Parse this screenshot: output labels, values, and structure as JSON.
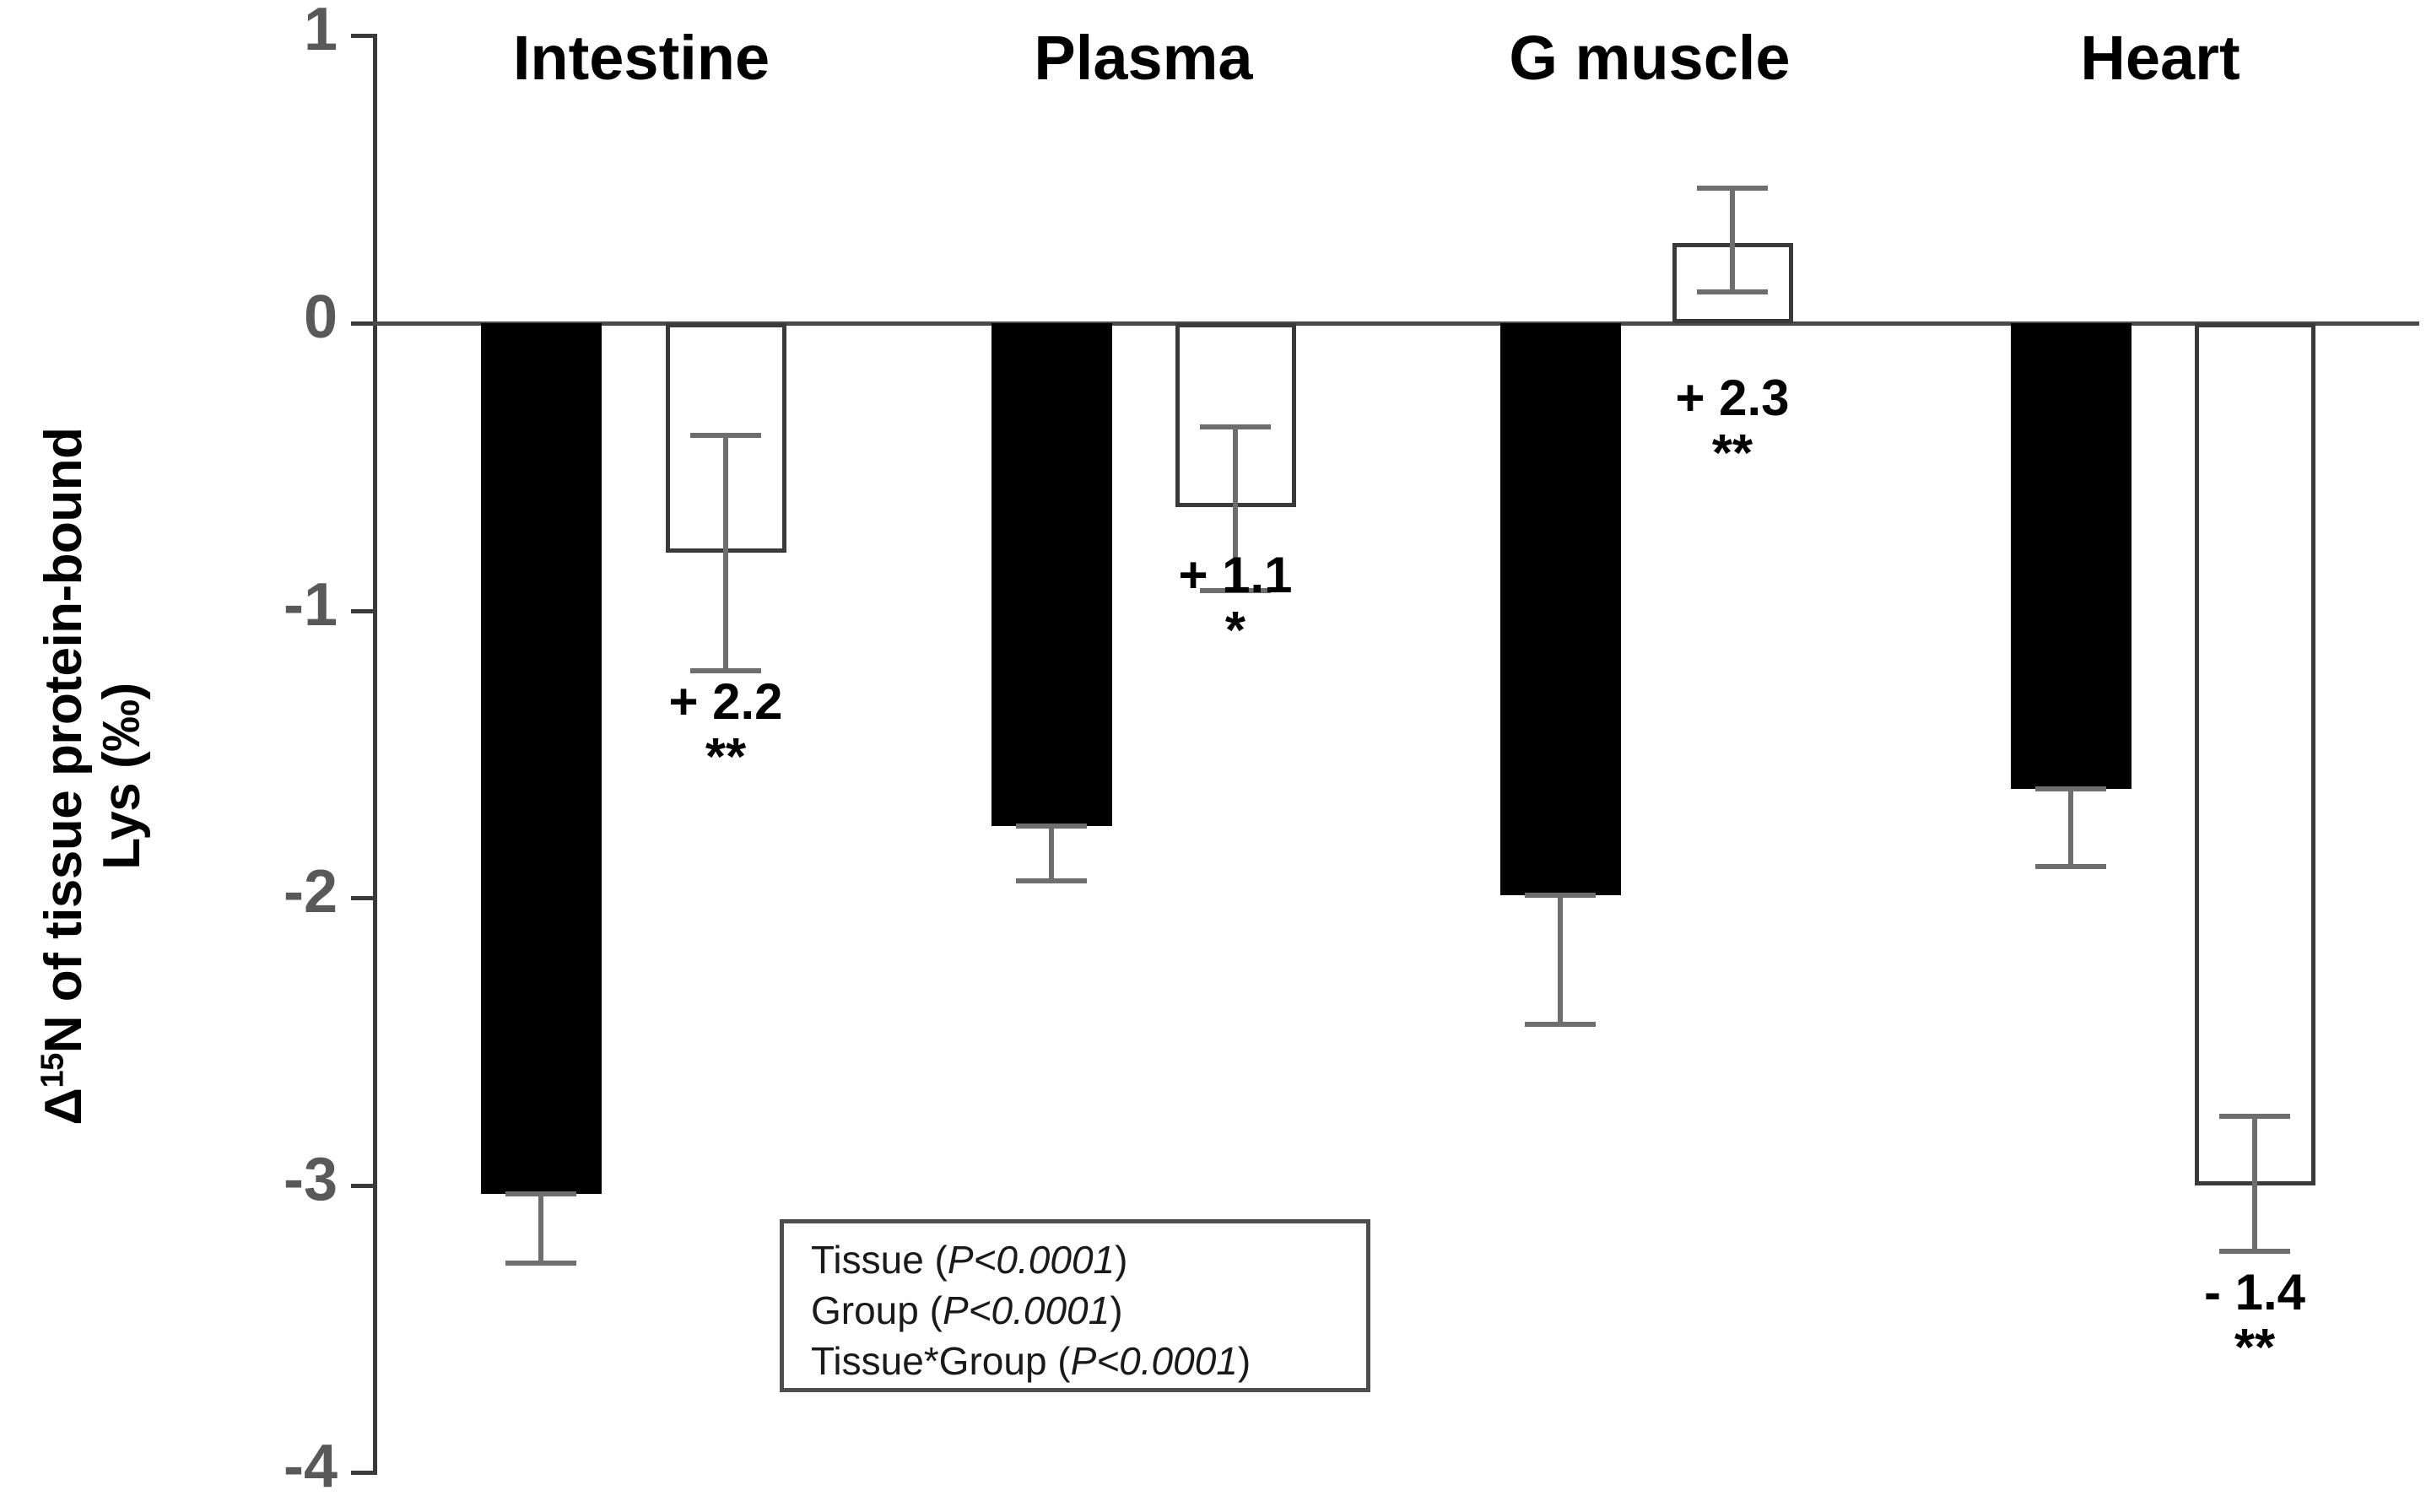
{
  "chart_data": {
    "type": "bar",
    "title": "",
    "xlabel": "",
    "ylabel_line1": "Δ¹⁵N of tissue protein-bound",
    "ylabel_line2": "Lys (‰)",
    "ylabel_prefix": "Δ",
    "ylabel_sup": "15",
    "ylabel_rest": "N of tissue protein-bound",
    "ylim": [
      -4,
      1
    ],
    "yticks": [
      1,
      0,
      -1,
      -2,
      -3,
      -4
    ],
    "ytick_labels": [
      "1",
      "0",
      "-1",
      "-2",
      "-3",
      "-4"
    ],
    "grid": false,
    "legend_position": "none",
    "categories": [
      "Intestine",
      "Plasma",
      "G muscle",
      "Heart"
    ],
    "series": [
      {
        "name": "black",
        "fill": "#000000",
        "values": [
          -3.03,
          -1.75,
          -1.99,
          -1.62
        ],
        "errors_low": [
          -3.27,
          -1.94,
          -2.44,
          -1.89
        ],
        "errors_high": [
          -3.03,
          -1.75,
          -1.99,
          -1.62
        ]
      },
      {
        "name": "white",
        "fill": "#ffffff",
        "values": [
          -0.8,
          -0.64,
          0.28,
          -3.0
        ],
        "errors_low": [
          -1.21,
          -0.93,
          0.11,
          -3.23
        ],
        "errors_high": [
          -0.39,
          -0.36,
          0.47,
          -2.76
        ]
      }
    ],
    "annotations": [
      {
        "group": "Intestine",
        "delta": "+ 2.2",
        "stars": "**"
      },
      {
        "group": "Plasma",
        "delta": "+ 1.1",
        "stars": "*"
      },
      {
        "group": "G muscle",
        "delta": "+ 2.3",
        "stars": "**"
      },
      {
        "group": "Heart",
        "delta": "- 1.4",
        "stars": "**"
      }
    ],
    "stats_box": [
      {
        "factor": "Tissue",
        "p": "P<0.0001"
      },
      {
        "factor": "Group",
        "p": "P<0.0001"
      },
      {
        "factor": "Tissue*Group",
        "p": "P<0.0001"
      }
    ],
    "colors": {
      "bar_black": "#000000",
      "bar_white_fill": "#ffffff",
      "bar_white_stroke": "#3a3a3a",
      "axis": "#3a3a3a",
      "tick_label": "#595959",
      "error_bar": "#6e6e6e",
      "stats_box_border": "#4d4d4d"
    }
  }
}
